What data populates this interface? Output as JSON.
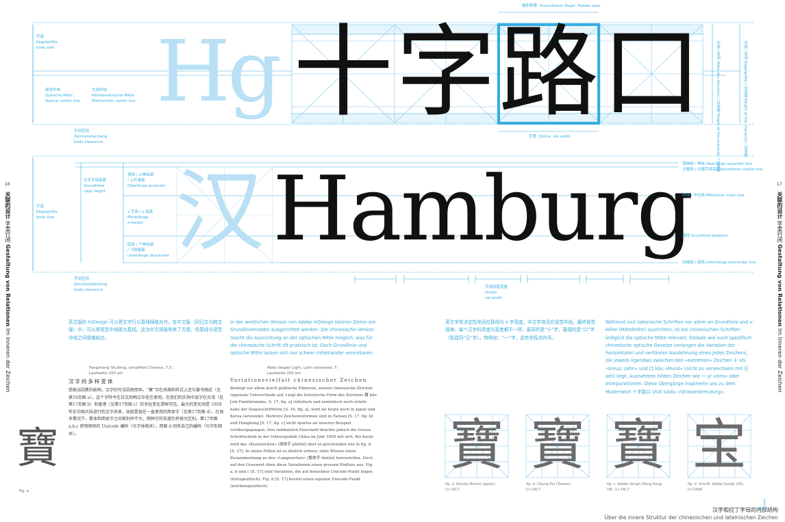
{
  "page": {
    "left_number": "16",
    "right_number": "17",
    "side_title_zh_bold": "关联的设计",
    "side_title_zh": "字里行间",
    "side_title_de": "Gestaltung von Relationen",
    "side_sub_de": "Im Inneren der Zeichen",
    "fig_a_label": "fig. a"
  },
  "diagram1": {
    "latin": "Hg",
    "han": "十字路口",
    "label_zihao": [
      "字高",
      "Kegelgröße",
      "body size"
    ],
    "label_optical": [
      "视觉中线",
      "Optische Mitte",
      "Optical center line"
    ],
    "label_typo_center": [
      "大间中线",
      "Mittelsenkrechte Mitte",
      "Mathematic center line"
    ],
    "label_body_clearance": [
      "字间空间",
      "Zeichenüberhang",
      "body clearance"
    ],
    "label_top": [
      "面积界限",
      "Unsichtbarer Kegel",
      "Hidden area"
    ],
    "label_width": [
      "字宽",
      "Dickte",
      "set width"
    ],
    "right_label_1": [
      "字高 / 亚洲",
      "Höhe des Zeichens / 日本語",
      "Height of the character / 日本語"
    ],
    "right_label_2": [
      "字高 / 亚洲",
      "Kegelgröße / 日本語",
      "Height of the character / 日本語"
    ]
  },
  "diagram2": {
    "han": "汉",
    "latin": "Hamburg",
    "label_zihao": [
      "字高",
      "Kegelgröße",
      "body size"
    ],
    "label_caps": [
      "大写字母高度",
      "Versalhöhe",
      "caps height"
    ],
    "label_ascender": [
      "顶线 / 上伸出部",
      "/ 上升笔画",
      "Oberlänge ascender"
    ],
    "label_xheight": [
      "x 字高 / x 高度",
      "Mittellänge",
      "x-height"
    ],
    "label_descender": [
      "底线 / 下伸出部",
      "/ 下降笔画",
      "Unterlänge descender"
    ],
    "label_body_clearance": [
      "字间空间",
      "Zeichenüberhang",
      "body clearance"
    ],
    "right_ascender": [
      "顶伸线 / 伸线 Oberlänge ascender line",
      "大楷线 / 大楷字母高度Versalhöhe capital line"
    ],
    "right_mean": "中线 / 中位线 Mittellinie mean line",
    "right_base": "基线 Grundlinie baseline",
    "right_desc": "出格线 / 底线 Unterlänge descender line",
    "label_width": [
      "字母间距宽度",
      "Dickte",
      "set width"
    ]
  },
  "columns": {
    "col1_cyan": "英文版的 InDesign 可以将文字行以基线网格对齐。在中文版（同日文与韩文版）中，可以将视觉中线做为基线。这为中文排版带来了方便，但基线与视觉中线之间很难结合。",
    "col2_cyan": "In der westlichen Version von Adobe InDesign können Zeilen am Grundlinienraster ausgerichtet werden. Die chinesische Version macht die Ausrichtung an der optischen Mitte möglich, was für die chinesische Schrift oft praktisch ist. Doch Grundlinie und optische Mitte lassen sich nur schwer miteinander vereinbaren.",
    "col3_cyan": "英文字体决定性地适应基线与 x 字高度。中文字体适应视觉中线。最终视觉规律，每个汉字的高度与宽度都不一样，最高的是“十”字，最矮的是“口”字（别混同“日”字）。特例如：“一”字，这有些标点符号。",
    "col4_cyan": "Während sich lateinische Schriften vor allem an Grundlinie und x-Höhe (Mittelhöhe) ausrichten, ist bei chinesischen Schriften lediglich die optische Mitte relevant. Globale wie auch spezifisch chinesische optische Gesetze verlangen die Variation der horizontalen und vertikalen Ausdehnung eines jedes Zeichens, die jeweils irgendwo zwischen den «extremen» Zeichen 十 shí «Kreuz; zehn» und 口 kǒu «Mund» (nicht zu verwechseln mit 日 wèi) liegt. Ausnahmen bilden Zeichen wie 一 yī «eins» oder Interpunktionen. Diese Übergänge inspirierte uns zu dem Musterwort 十字路口 shízì lùkǒu «Strassenkreuzung».",
    "caption1": [
      "Fangzheng Shufeng, simplified Chinese, 7,5’,",
      "Laufweite 150 em"
    ],
    "caption2": [
      "Mata Vesper Light, Latin extended, 7’,",
      "Laufweite 150 em"
    ],
    "col1_heading": "汉字的多样变体",
    "col1_body": "受政治因素的影响，汉字的写法因地而异。“寶”字在风格和样式上还与篆书相近（见第16页图 a）。这个字除今在日文和韩文中还在使用。在我们的实例中该字在台湾（见第17页图 b）和香港（见第17页图 c）的多处变化清晰可见。最大的变化则是 1959 年在中国大陆进行的文字改革，由就是现在一直使用的简体字（见第17页图 d）。在很多情况下，繁体和简体字之间差别并不大。两种字的灰度仍有很大区别。第17页图 a,b,c 使用相同的 Unicode 编码（与字体相关），而图 d 则有自己的编码（与字形相关）。",
    "col2_heading": "Variationsvielfalt chinesischer Zeichen",
    "col2_body": "Bedingt vor allem durch politische Faktoren, weisen chinesische Zeichen regionale Unterschiede auf. Liegt die historische Form des Zeichens 寶 bǎo [ein Familienname, S. 17, fig. a] stilistisch und semiotisch noch relativ nahe der Siegelschriftform [S. 16, fig. a], wird sie heute noch in Japan und Korea verwendet. Mehrere Zeichenreformen sind in Taiwan [S. 17, fig. b] und Hongkong [S. 17, fig. c] nicht spurlos an unseren Beispiel vorübergegangen. Den radikalsten Einschnitt brachte jedoch die Grosse Schriftreform in der Volksrepublik China im Jahr 1959 mit sich. Bis heute wird das «Kurzzeichen» (简体字 jiǎntǐzì) dort so geschrieben wie in fig. d [S. 17]. In vielen Fällen ist es ähnlich schwer, ohne Wissen einen Zusammenhang zu den «Langzeichen» (繁体字 fántǐzì) herzustellen. Doch auf den Grauwert üben diese Variationen einen grossen Einfluss aus. Fig. a, b und c [S. 17] sind Varianten, die auf denselben Unicode-Punkt liegen (fontspezifisch). Fig. d [S. 17] besitzt einen eigenen Unicode-Punkt (zeichenspezifisch)."
  },
  "glyphs": [
    {
      "char": "寶",
      "caption": [
        "fig. a: Kozuka Mincho (Japan),",
        "U+7AC7"
      ]
    },
    {
      "char": "寶",
      "caption": [
        "fig. b: LiSung Pro (Taiwan),",
        "U+7AC7"
      ]
    },
    {
      "char": "寶",
      "caption": [
        "fig. c: Adobe Songti (Hong Kong,",
        "V8), U+7AC7"
      ]
    },
    {
      "char": "宝",
      "caption": [
        "fig. d: Schrift: Adobe Songti (V8),",
        "U+7AA6"
      ]
    }
  ],
  "footer": {
    "zh": "汉字和拉丁字母的内部结构",
    "de": "Über die innere Struktur der chinesischen und lateinischen Zeichen"
  },
  "seal_char": "寶",
  "colors": {
    "accent": "#35aee0",
    "accent_light": "#b7dff3",
    "text": "#1a1a1a"
  }
}
